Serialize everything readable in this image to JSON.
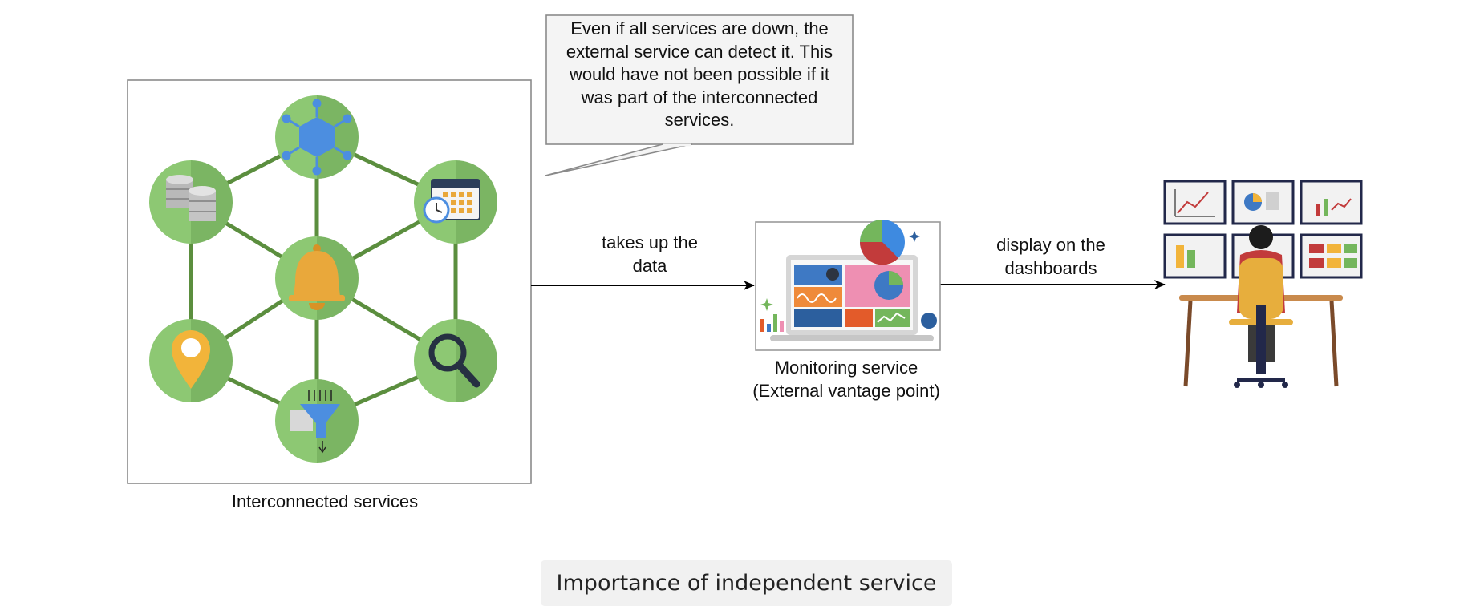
{
  "callout": {
    "lines": [
      "Even if all services are down, the",
      "external service can detect it. This",
      "would have not been possible if it",
      "was part of the interconnected",
      "services."
    ]
  },
  "services_group": {
    "label": "Interconnected services",
    "nodes": [
      {
        "name": "network-icon"
      },
      {
        "name": "database-icon"
      },
      {
        "name": "calendar-clock-icon"
      },
      {
        "name": "bell-icon"
      },
      {
        "name": "location-pin-icon"
      },
      {
        "name": "magnifier-icon"
      },
      {
        "name": "funnel-icon"
      }
    ]
  },
  "arrows": {
    "takes_up": {
      "line1": "takes up the",
      "line2": "data"
    },
    "display": {
      "line1": "display on the",
      "line2": "dashboards"
    }
  },
  "monitor": {
    "line1": "Monitoring service",
    "line2": "(External vantage point)"
  },
  "title": "Importance of independent service",
  "colors": {
    "node_green": "#84c069",
    "edge_green": "#5b8e3e",
    "bell": "#e9a83b",
    "network_blue": "#4c8ee0",
    "arrow": "#000000"
  }
}
